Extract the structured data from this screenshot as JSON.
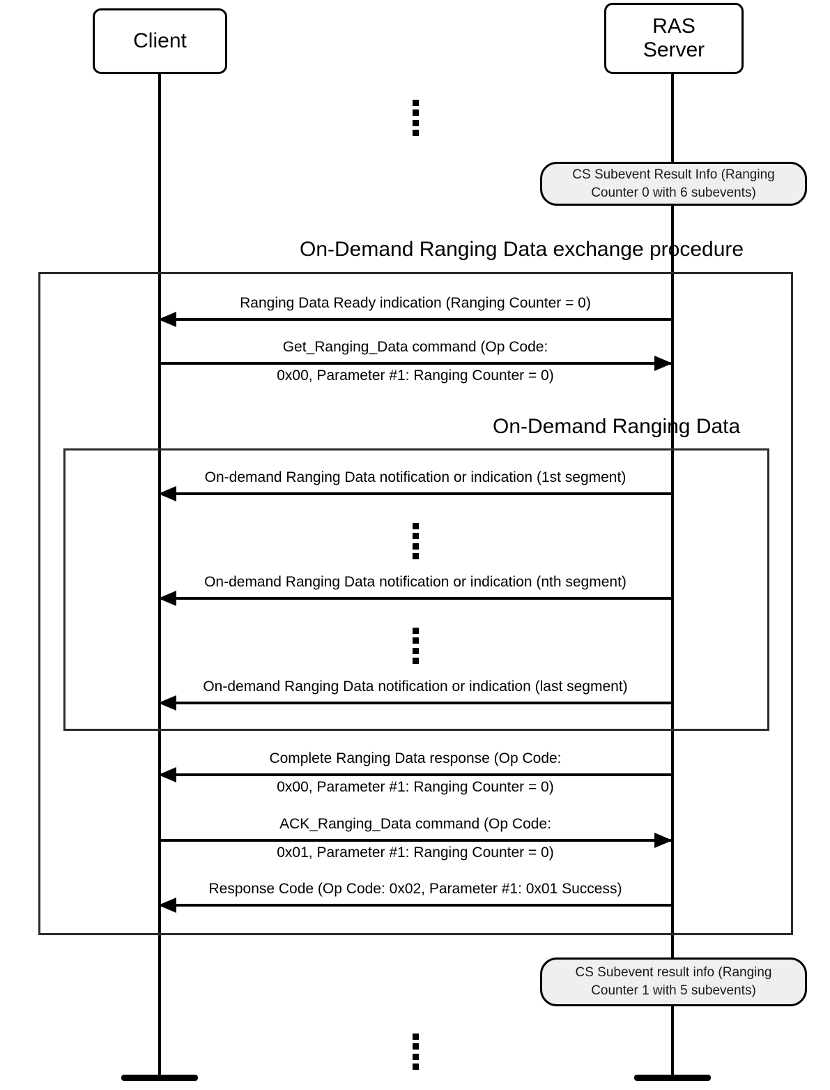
{
  "diagram": {
    "kind": "uml-sequence-diagram",
    "colors": {
      "line": "#000000",
      "frame": "#2b2b2b",
      "note_fill": "#efefef",
      "background": "#ffffff"
    }
  },
  "actors": [
    {
      "name": "client",
      "label": "Client"
    },
    {
      "name": "server",
      "label": "RAS\nServer"
    }
  ],
  "frames": [
    {
      "name": "outer",
      "title": "On-Demand Ranging Data exchange procedure"
    },
    {
      "name": "inner",
      "title": "On-Demand Ranging Data"
    }
  ],
  "notes": [
    {
      "name": "top",
      "text": "CS Subevent Result Info (Ranging Counter 0 with 6 subevents)"
    },
    {
      "name": "bottom",
      "text": "CS Subevent result info (Ranging Counter 1 with 5 subevents)"
    }
  ],
  "messages": [
    {
      "name": "ranging-data-ready-indication",
      "direction": "server-to-client",
      "label_above": "Ranging Data Ready indication (Ranging Counter = 0)",
      "label_below": ""
    },
    {
      "name": "get-ranging-data-command",
      "direction": "client-to-server",
      "label_above": "Get_Ranging_Data command (Op Code:",
      "label_below": "0x00, Parameter #1:  Ranging Counter = 0)"
    },
    {
      "name": "on-demand-ranging-data-first-segment",
      "direction": "server-to-client",
      "label_above": "On-demand Ranging Data notification or indication (1st segment)",
      "label_below": ""
    },
    {
      "name": "on-demand-ranging-data-nth-segment",
      "direction": "server-to-client",
      "label_above": "On-demand Ranging Data notification or indication (nth segment)",
      "label_below": ""
    },
    {
      "name": "on-demand-ranging-data-last-segment",
      "direction": "server-to-client",
      "label_above": "On-demand Ranging Data notification or indication (last segment)",
      "label_below": ""
    },
    {
      "name": "complete-ranging-data-response",
      "direction": "server-to-client",
      "label_above": "Complete Ranging Data response (Op Code:",
      "label_below": "0x00, Parameter #1:  Ranging Counter = 0)"
    },
    {
      "name": "ack-ranging-data-command",
      "direction": "client-to-server",
      "label_above": "ACK_Ranging_Data command (Op Code:",
      "label_below": "0x01, Parameter #1:  Ranging Counter = 0)"
    },
    {
      "name": "response-code",
      "direction": "server-to-client",
      "label_above": "Response Code (Op Code:  0x02, Parameter #1:  0x01 Success)",
      "label_below": ""
    }
  ],
  "ellipses": [
    {
      "name": "top-continuation",
      "dots": 4
    },
    {
      "name": "between-first-and-nth-segment",
      "dots": 4
    },
    {
      "name": "between-nth-and-last-segment",
      "dots": 4
    },
    {
      "name": "bottom-continuation",
      "dots": 4
    }
  ]
}
